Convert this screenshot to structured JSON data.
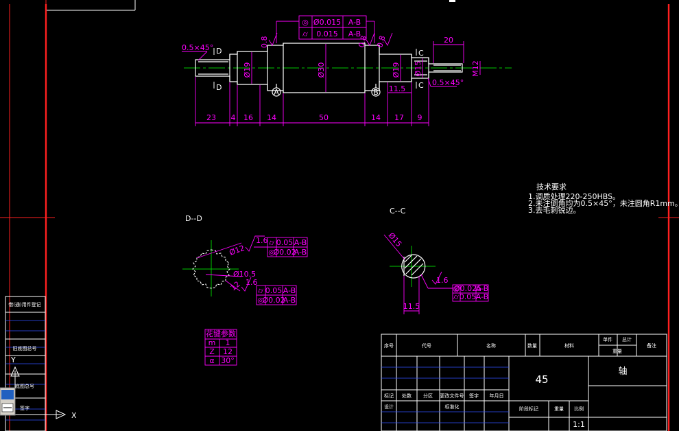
{
  "colors": {
    "background": "#000000",
    "outline": "#ffffff",
    "dimension": "#ff00ff",
    "centerline": "#00c800",
    "frame": "#ff2020",
    "table_inner": "#3050ff"
  },
  "main_view": {
    "chamfer_left": "0.5×45°",
    "chamfer_right": "0.5×45°",
    "section_d_mark": "D",
    "section_c_mark": "C",
    "diameters": [
      "Ø19",
      "Ø30",
      "Ø19",
      "Ø15",
      "M12"
    ],
    "roughness": [
      "0.8",
      "0.8",
      "0.8"
    ],
    "datum_a": "A",
    "datum_b": "B",
    "tolerance_frames": [
      {
        "symbol": "◎",
        "value": "Ø0.015",
        "datum": "A-B"
      },
      {
        "symbol": "⌭",
        "value": "0.015",
        "datum": "A-B"
      }
    ],
    "dim_11_5": "11.5",
    "dim_20": "20",
    "bottom_dims": [
      "23",
      "4",
      "16",
      "14",
      "50",
      "14",
      "17",
      "9"
    ]
  },
  "section_dd": {
    "title": "D--D",
    "dia_outer": "Ø12",
    "dia_inner": "Ø10.5",
    "width": "12",
    "roughness": [
      "1.6",
      "1.6"
    ],
    "frame_top": [
      {
        "symbol": "⌭",
        "value": "0.05",
        "datum": "A-B"
      },
      {
        "symbol": "◎",
        "value": "Ø0.02",
        "datum": "A-B"
      }
    ],
    "frame_bottom": [
      {
        "symbol": "⌭",
        "value": "0.05",
        "datum": "A-B"
      },
      {
        "symbol": "◎",
        "value": "Ø0.02",
        "datum": "A-B"
      }
    ]
  },
  "section_cc": {
    "title": "C--C",
    "dia": "Ø15",
    "dim": "11.5",
    "roughness": "1.6",
    "frames": [
      {
        "symbol": "◎",
        "value": "Ø0.025",
        "datum": "A-B"
      },
      {
        "symbol": "⌭",
        "value": "0.05",
        "datum": "A-B"
      }
    ]
  },
  "spline_table": {
    "title": "花键参数",
    "rows": [
      [
        "m",
        "1"
      ],
      [
        "Z",
        "12"
      ],
      [
        "α",
        "30°"
      ]
    ]
  },
  "tech_req": {
    "title": "技术要求",
    "lines": [
      "1.调质处理220-250HBS。",
      "2.未注倒角均为0.5×45°，未注圆角R1mm。",
      "3.去毛刺锐边。"
    ]
  },
  "title_block": {
    "headers": [
      "序号",
      "代号",
      "名称",
      "数量",
      "材料",
      "单件",
      "总计",
      "备注"
    ],
    "mass_label": "重量",
    "material": "45",
    "part_name": "轴",
    "labels": [
      "标记",
      "处数",
      "分区",
      "更改文件号",
      "签字",
      "年月日"
    ],
    "design": "设计",
    "standardize": "标准化",
    "stage_mark": "阶段标记",
    "weight": "重量",
    "scale_label": "比例",
    "scale": "1:1"
  },
  "left_strip": {
    "labels": [
      "借(通)用件登记",
      "旧底图总号",
      "底图总号",
      "签字"
    ]
  },
  "ucs": {
    "x_label": "X",
    "y_label": "Y"
  }
}
